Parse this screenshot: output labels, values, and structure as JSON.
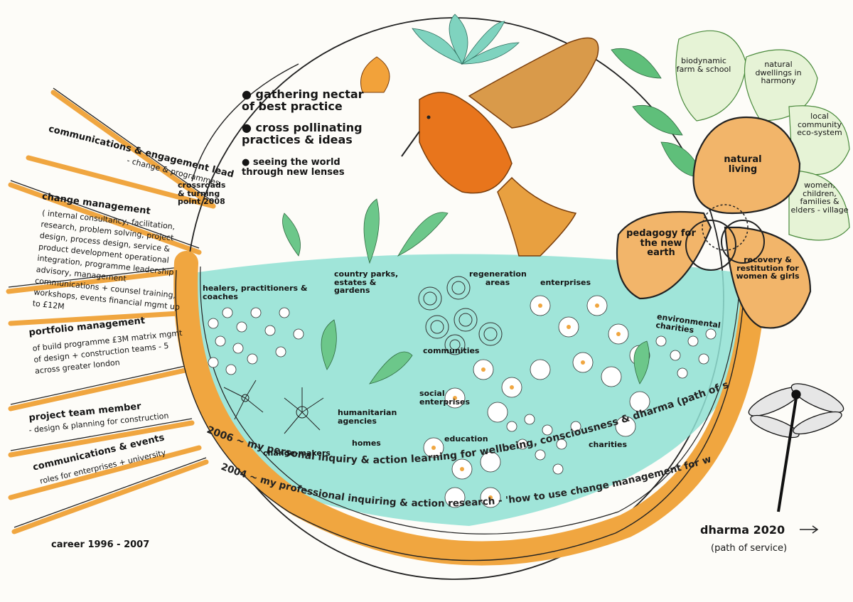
{
  "colors": {
    "orange": "#f2a23a",
    "deep_orange": "#e8751c",
    "turquoise": "#86dcd0",
    "green": "#5fbf7a",
    "petal": "#f2b56a",
    "ink": "#151515"
  },
  "career": {
    "roles": [
      {
        "title": "communications & engagement lead",
        "detail": "- change & programmes"
      },
      {
        "title": "change management",
        "detail": "( internal consultancy, facilitation, research, problem solving, project design, process design, service & product development operational integration, programme leadership advisory, management communications + counsel training, workshops, events financial mgmt up to £12M"
      },
      {
        "title": "portfolio management",
        "detail": "of build programme £3M matrix mgmt of design + construction teams - 5 across greater london"
      },
      {
        "title": "project team member",
        "detail": "- design & planning for construction"
      },
      {
        "title": "communications & events",
        "detail": "roles for enterprises + university"
      }
    ],
    "period": "career 1996 - 2007"
  },
  "crossroads": "crossroads & turning point 2008",
  "bullets": [
    "gathering nectar of best practice",
    "cross pollinating practices & ideas",
    "seeing the world through new lenses"
  ],
  "garden_labels": {
    "healers": "healers, practitioners & coaches",
    "parks": "country parks, estates & gardens",
    "regeneration": "regeneration areas",
    "enterprises": "enterprises",
    "environmental": "environmental charities",
    "communities": "communities",
    "social": "social enterprises",
    "humanitarian": "humanitarian agencies",
    "homes": "homes",
    "changemakers": "change-makers",
    "education": "education",
    "charities": "charities"
  },
  "rim": {
    "outer": "2006 ~ my personal inquiry & action learning for wellbeing, consciousness & dharma (path of service)",
    "inner": "2004 ~ my professional inquiring & action research - 'how to use change management for wellbeing in the world'"
  },
  "flower": {
    "natural_living": "natural living",
    "pedagogy": "pedagogy for the new earth",
    "recovery": "recovery & restitution for women & girls"
  },
  "leaves": {
    "biodynamic": "biodynamic farm & school",
    "dwellings": "natural dwellings in harmony",
    "local": "local community eco-system",
    "women": "women, children, families & elders - village"
  },
  "dharma": {
    "title": "dharma 2020",
    "sub": "(path of service)"
  }
}
